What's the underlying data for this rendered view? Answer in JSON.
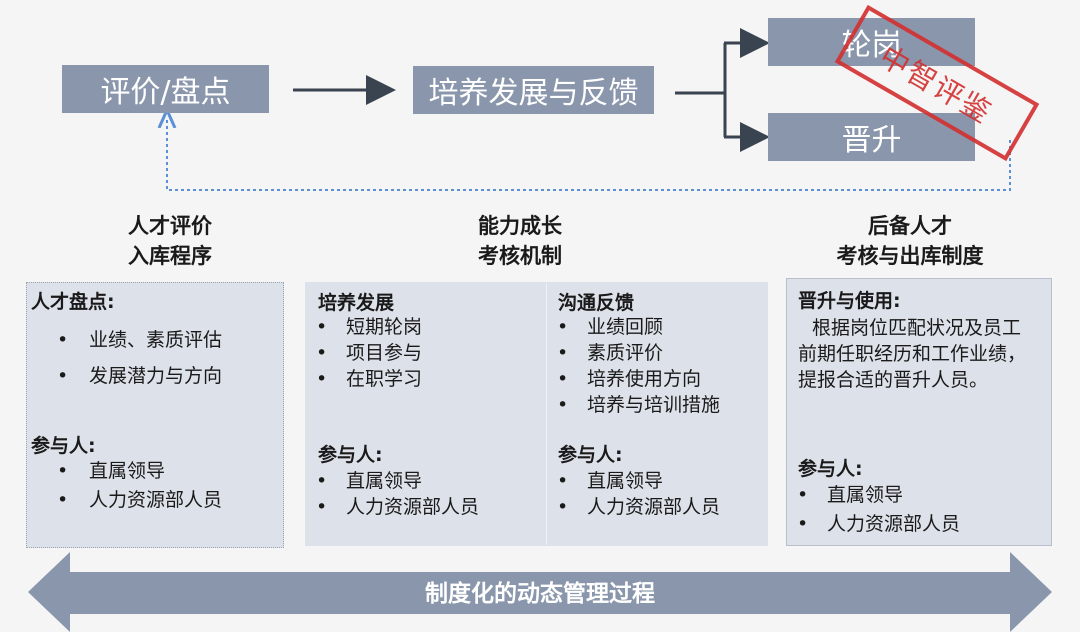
{
  "flow": {
    "box_evaluate": "评价/盘点",
    "box_develop": "培养发展与反馈",
    "box_rotate": "轮岗",
    "box_promote": "晋升"
  },
  "headers": {
    "left_line1": "人才评价",
    "left_line2": "入库程序",
    "mid_line1": "能力成长",
    "mid_line2": "考核机制",
    "right_line1": "后备人才",
    "right_line2": "考核与出库制度"
  },
  "left_panel": {
    "section_title": "人才盘点:",
    "items": [
      "业绩、素质评估",
      "发展潜力与方向"
    ],
    "participants_title": "参与人:",
    "participants": [
      "直属领导",
      "人力资源部人员"
    ]
  },
  "mid_panel": {
    "col1_title": "培养发展",
    "col1_items": [
      "短期轮岗",
      "项目参与",
      "在职学习"
    ],
    "col1_participants_title": "参与人:",
    "col1_participants": [
      "直属领导",
      "人力资源部人员"
    ],
    "col2_title": "沟通反馈",
    "col2_items": [
      "业绩回顾",
      "素质评价",
      "培养使用方向",
      "培养与培训措施"
    ],
    "col2_participants_title": "参与人:",
    "col2_participants": [
      "直属领导",
      "人力资源部人员"
    ]
  },
  "right_panel": {
    "section_title": "晋升与使用:",
    "paragraph": "根据岗位匹配状况及员工前期任职经历和工作业绩，提报合适的晋升人员。",
    "participants_title": "参与人:",
    "participants": [
      "直属领导",
      "人力资源部人员"
    ]
  },
  "bottom_arrow_label": "制度化的动态管理过程",
  "stamp_text": "中智评鉴",
  "colors": {
    "box": "#8a96ab",
    "panel": "#dde2ea",
    "arrow": "#8a96ab",
    "accent_line": "#3a4350",
    "dotted": "#5b8fd6",
    "stamp": "#d32f2f"
  }
}
